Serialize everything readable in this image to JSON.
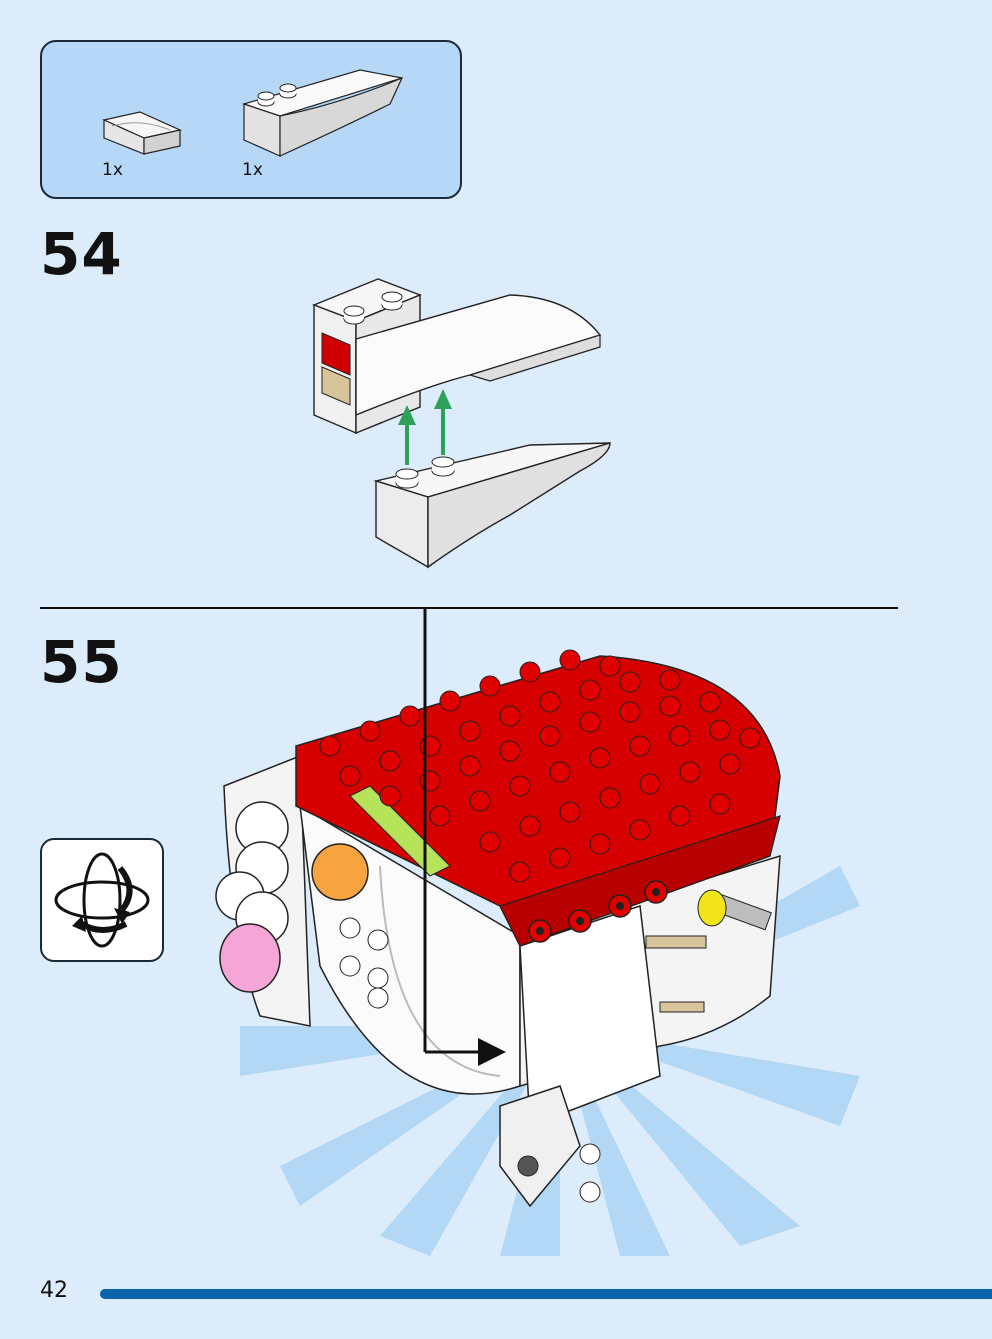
{
  "parts_list": [
    {
      "name": "curved-slope-1x2",
      "quantity": "1x"
    },
    {
      "name": "wedge-brick-2x6",
      "quantity": "1x"
    }
  ],
  "steps": [
    {
      "number": "54"
    },
    {
      "number": "55"
    }
  ],
  "page_number": "42",
  "icons": {
    "rotate": "rotate-model-icon",
    "arrow": "green-up-arrow-icon"
  },
  "colors": {
    "background": "#dcecfa",
    "parts_box": "#b6d8f6",
    "brick_red": "#d00000",
    "brick_white": "#ffffff",
    "brick_tan": "#d8c49a",
    "arrow_green": "#2ea05a",
    "page_bar": "#0a63ad"
  }
}
